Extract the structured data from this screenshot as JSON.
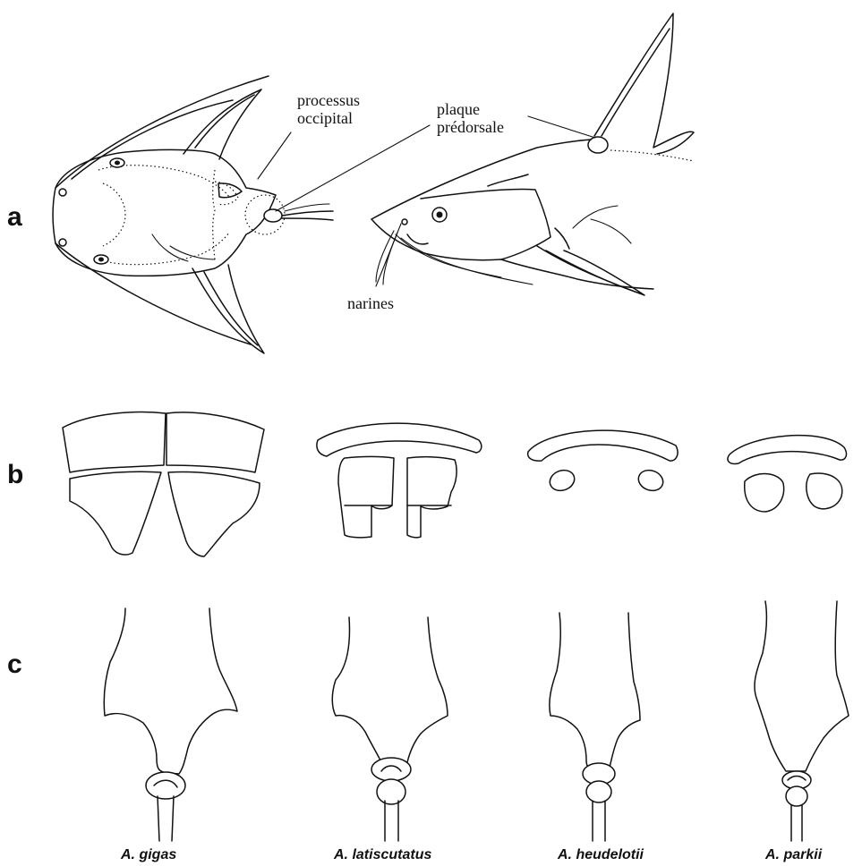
{
  "figure": {
    "panels": {
      "a": "a",
      "b": "b",
      "c": "c"
    },
    "annotations": {
      "processus_line1": "processus",
      "processus_line2": "occipital",
      "plaque_line1": "plaque",
      "plaque_line2": "prédorsale",
      "narines": "narines"
    },
    "species": [
      "A. gigas",
      "A. latiscutatus",
      "A. heudelotii",
      "A. parkii"
    ]
  }
}
